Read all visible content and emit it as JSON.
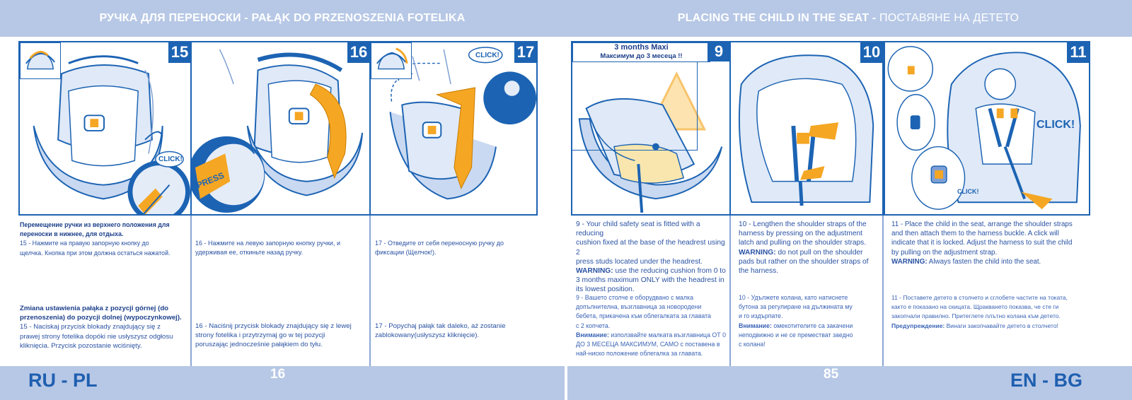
{
  "header": {
    "left_title": "РУЧКА ДЛЯ ПЕРЕНОСКИ - PAŁĄK DO PRZENOSZENIA FOTELIKA",
    "right_title_en": "PLACING THE CHILD IN THE SEAT",
    "right_title_sep": " - ",
    "right_title_bg": "ПОСТАВЯНЕ НА ДЕТЕТО"
  },
  "footer": {
    "left_lang": "RU - PL",
    "left_page": "16",
    "right_page": "85",
    "right_lang": "EN - BG"
  },
  "panels": {
    "p15": {
      "number": "15",
      "click": "CLICK!"
    },
    "p16": {
      "number": "16",
      "press": "PRESS"
    },
    "p17": {
      "number": "17",
      "click": "CLICK!"
    },
    "p9": {
      "number": "9",
      "label_line1": "3 months Maxi",
      "label_line2": "Максимум до 3 месеца !!"
    },
    "p10": {
      "number": "10"
    },
    "p11": {
      "number": "11",
      "click_big": "CLICK!",
      "click_small": "CLICK!"
    }
  },
  "text": {
    "c15_ru_title_1": "Перемещение ручки из верхнего положения для",
    "c15_ru_title_2": "переноски в нижнее, для отдыха.",
    "c15_ru_body_1": "15 - Нажмите на правую запорную кнопку до",
    "c15_ru_body_2": "щелчка. Кнопка при этом должна остаться нажатой.",
    "c15_pl_title_1": "Zmiana ustawienia pałąka z pozycji górnej (do",
    "c15_pl_title_2": "przenoszenia) do pozycji dolnej (wypoczynkowej).",
    "c15_pl_body_1": "15 - Naciskaj przycisk blokady znajdujący się z",
    "c15_pl_body_2": "prawej strony fotelika dopóki nie usłyszysz odgłosu",
    "c15_pl_body_3": "kliknięcia. Przycisk pozostanie wciśnięty.",
    "c16_ru_1": "16 - Нажмите на левую запорную кнопку ручки, и",
    "c16_ru_2": "удерживая ее, откиньте назад ручку.",
    "c16_pl_1": "16 - Naciśnij przycisk blokady znajdujący się z lewej",
    "c16_pl_2": "strony fotelika i przytrzymaj go w tej pozycji",
    "c16_pl_3": "poruszając jednocześnie pałąkiem do tyłu.",
    "c17_ru_1": "17 - Отведите от себя переносную ручку до",
    "c17_ru_2": "фиксации (Щелчок!).",
    "c17_pl_1": "17 - Popychaj pałąk tak daleko, aż zostanie",
    "c17_pl_2": "zablokowany(usłyszysz kliknięcie).",
    "c9_en_1": "9 - Your child safety seat is fitted with a reducing",
    "c9_en_2": "cushion fixed at the base of the headrest using 2",
    "c9_en_3": "press studs located under the headrest.",
    "c9_en_warn_label": "WARNING:",
    "c9_en_warn_1": " use the reducing cushion from 0 to",
    "c9_en_warn_2": "3 months maximum ONLY with the headrest in",
    "c9_en_warn_3": "its lowest position.",
    "c9_bg_1": "9 - Вашето столче е оборудвано с малка",
    "c9_bg_2": "допълнителна, възглавница за новородени",
    "c9_bg_3": "бебета, прикачена към облегалката за главата",
    "c9_bg_4": "с 2 копчета.",
    "c9_bg_warn_label": "Внимание:",
    "c9_bg_warn_1": " използвайте малката възглавница ОТ 0",
    "c9_bg_warn_2": "ДО 3 МЕСЕЦА МАКСИМУМ, САМО с поставена в",
    "c9_bg_warn_3": "най-ниско положение облегалка за главата.",
    "c10_en_1": "10 - Lengthen the shoulder straps of the",
    "c10_en_2": "harness by pressing on the adjustment",
    "c10_en_3": "latch and pulling on the shoulder straps.",
    "c10_en_warn_label": "WARNING:",
    "c10_en_warn_1": " do not pull on the shoulder",
    "c10_en_warn_2": "pads but rather on the shoulder straps of",
    "c10_en_warn_3": "the harness.",
    "c10_bg_1": "10 - Удължете колана, като натиснете",
    "c10_bg_2": "бутона за регулиране на дължината му",
    "c10_bg_3": "и го издърпате.",
    "c10_bg_warn_label": "Внимание:",
    "c10_bg_warn_1": " омекотителите са закачени",
    "c10_bg_warn_2": "неподвижно и не се преместват заедно",
    "c10_bg_warn_3": "с колана!",
    "c11_en_1": "11 - Place the child in the seat, arrange the shoulder straps",
    "c11_en_2": "and then attach them to the harness buckle. A click will",
    "c11_en_3": "indicate that it is locked. Adjust the harness to suit the child",
    "c11_en_4": "by pulling on the adjustment strap.",
    "c11_en_warn_label": "WARNING:",
    "c11_en_warn_1": " Always fasten the child into the seat.",
    "c11_bg_1": "11 - Поставете детето в столчето и сглобете частите на токата,",
    "c11_bg_2": "както е показано на скицата. Щракването показва, че сте ги",
    "c11_bg_3": "закопчали правилно. Притеглете плътно колана към детето.",
    "c11_bg_warn_label": "Предупреждение:",
    "c11_bg_warn_1": " Винаги закопчавайте детето в столчето!"
  },
  "colors": {
    "bar": "#b7c8e6",
    "panel_border": "#1c63b3",
    "accent_orange": "#f5a623",
    "text_blue": "#2a52a3"
  }
}
